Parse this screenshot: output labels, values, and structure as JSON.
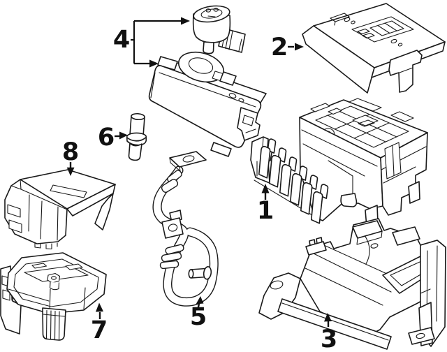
{
  "diagram": {
    "type": "auto-parts-line-diagram",
    "colors": {
      "background": "#ffffff",
      "line": "#1a1a1a",
      "label": "#111111"
    },
    "callouts": [
      {
        "label": "1"
      },
      {
        "label": "2"
      },
      {
        "label": "3"
      },
      {
        "label": "4"
      },
      {
        "label": "5"
      },
      {
        "label": "6"
      },
      {
        "label": "7"
      },
      {
        "label": "8"
      }
    ]
  }
}
